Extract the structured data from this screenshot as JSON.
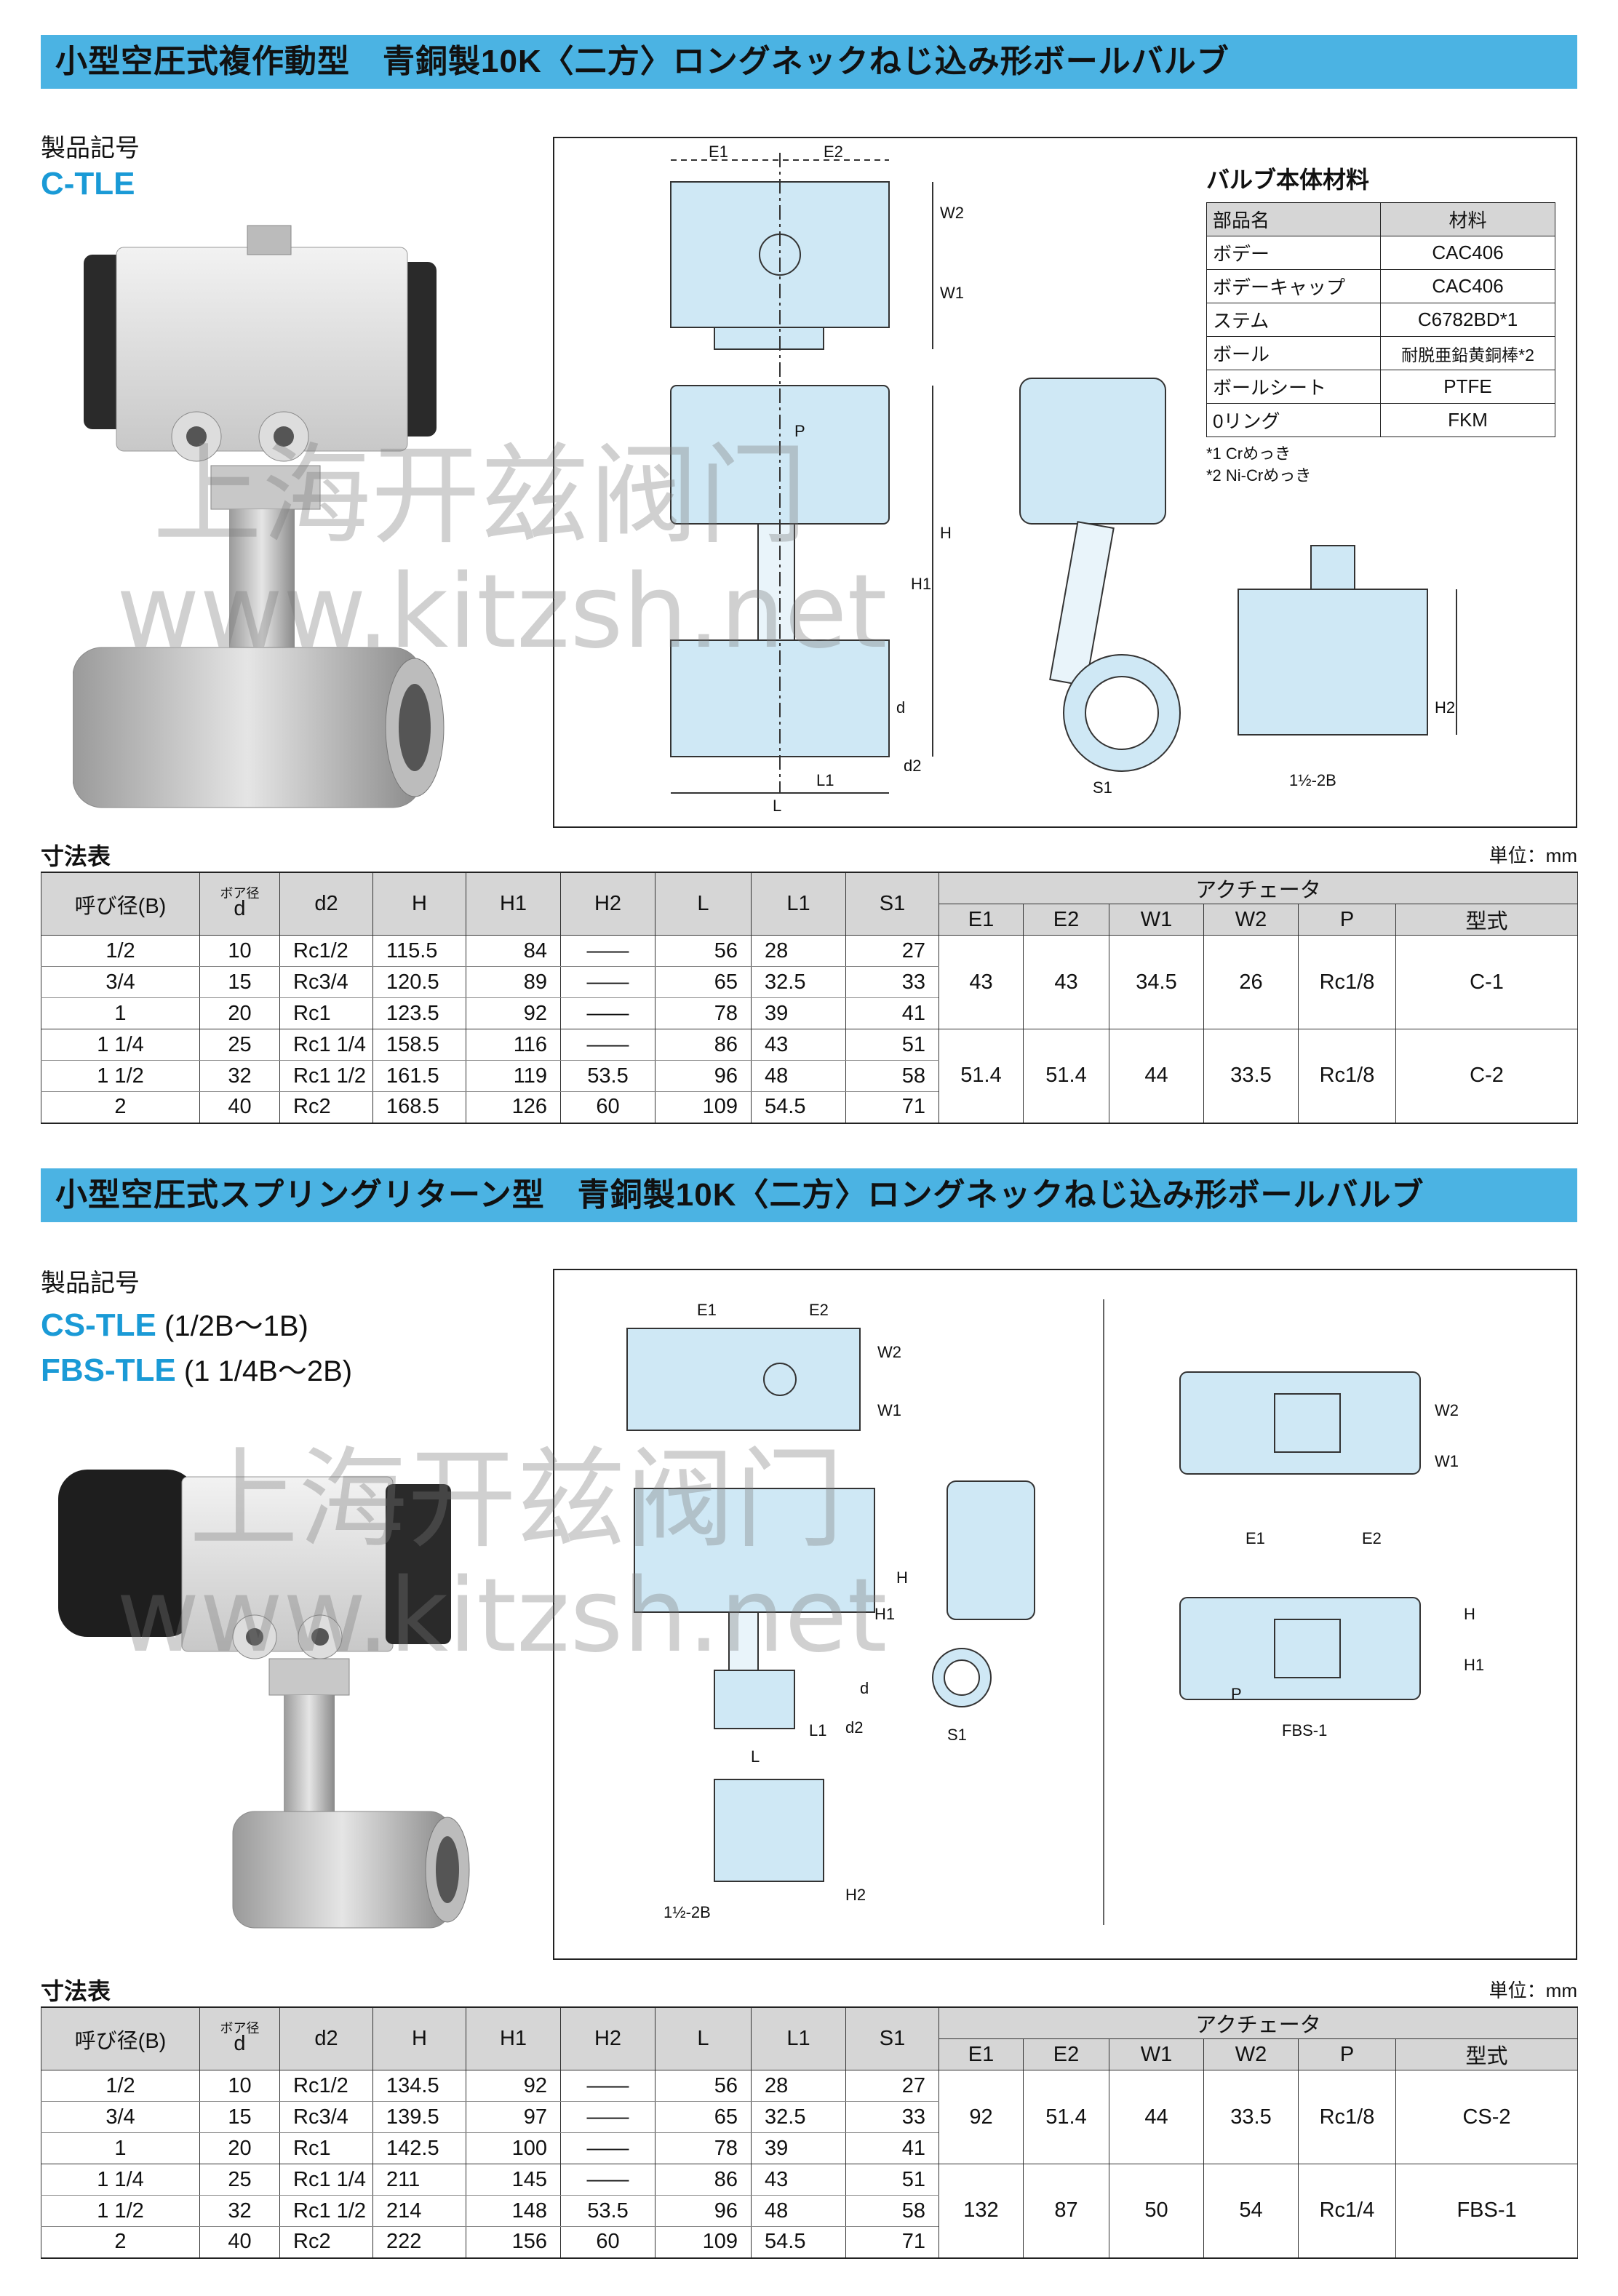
{
  "sections": [
    {
      "title": "小型空圧式複作動型　青銅製10K〈二方〉ロングネックねじ込み形ボールバルブ",
      "product_label": "製品記号",
      "product_codes": [
        {
          "code": "C-TLE",
          "note": ""
        }
      ],
      "dims_label": "寸法表",
      "unit": "単位：mm",
      "bore_label": "ボア径",
      "headers": {
        "nominal": "呼び径(B)",
        "d": "d",
        "d2": "d2",
        "H": "H",
        "H1": "H1",
        "H2": "H2",
        "L": "L",
        "L1": "L1",
        "S1": "S1",
        "actuator": "アクチェータ",
        "E1": "E1",
        "E2": "E2",
        "W1": "W1",
        "W2": "W2",
        "P": "P",
        "model": "型式"
      },
      "rows": [
        {
          "nominal": "1/2",
          "d": "10",
          "d2": "Rc1/2",
          "H": "115.5",
          "H1": "84",
          "H2": "——",
          "L": "56",
          "L1": "28",
          "S1": "27"
        },
        {
          "nominal": "3/4",
          "d": "15",
          "d2": "Rc3/4",
          "H": "120.5",
          "H1": "89",
          "H2": "——",
          "L": "65",
          "L1": "32.5",
          "S1": "33"
        },
        {
          "nominal": "1",
          "d": "20",
          "d2": "Rc1",
          "H": "123.5",
          "H1": "92",
          "H2": "——",
          "L": "78",
          "L1": "39",
          "S1": "41"
        },
        {
          "nominal": "1 1/4",
          "d": "25",
          "d2": "Rc1 1/4",
          "H": "158.5",
          "H1": "116",
          "H2": "——",
          "L": "86",
          "L1": "43",
          "S1": "51"
        },
        {
          "nominal": "1 1/2",
          "d": "32",
          "d2": "Rc1 1/2",
          "H": "161.5",
          "H1": "119",
          "H2": "53.5",
          "L": "96",
          "L1": "48",
          "S1": "58"
        },
        {
          "nominal": "2",
          "d": "40",
          "d2": "Rc2",
          "H": "168.5",
          "H1": "126",
          "H2": "60",
          "L": "109",
          "L1": "54.5",
          "S1": "71"
        }
      ],
      "actuator_groups": [
        {
          "E1": "43",
          "E2": "43",
          "W1": "34.5",
          "W2": "26",
          "P": "Rc1/8",
          "model": "C-1"
        },
        {
          "E1": "51.4",
          "E2": "51.4",
          "W1": "44",
          "W2": "33.5",
          "P": "Rc1/8",
          "model": "C-2"
        }
      ]
    },
    {
      "title": "小型空圧式スプリングリターン型　青銅製10K〈二方〉ロングネックねじ込み形ボールバルブ",
      "product_label": "製品記号",
      "product_codes": [
        {
          "code": "CS-TLE",
          "note": " (1/2B〜1B)"
        },
        {
          "code": "FBS-TLE",
          "note": " (1 1/4B〜2B)"
        }
      ],
      "dims_label": "寸法表",
      "unit": "単位：mm",
      "bore_label": "ボア径",
      "headers": {
        "nominal": "呼び径(B)",
        "d": "d",
        "d2": "d2",
        "H": "H",
        "H1": "H1",
        "H2": "H2",
        "L": "L",
        "L1": "L1",
        "S1": "S1",
        "actuator": "アクチェータ",
        "E1": "E1",
        "E2": "E2",
        "W1": "W1",
        "W2": "W2",
        "P": "P",
        "model": "型式"
      },
      "rows": [
        {
          "nominal": "1/2",
          "d": "10",
          "d2": "Rc1/2",
          "H": "134.5",
          "H1": "92",
          "H2": "——",
          "L": "56",
          "L1": "28",
          "S1": "27"
        },
        {
          "nominal": "3/4",
          "d": "15",
          "d2": "Rc3/4",
          "H": "139.5",
          "H1": "97",
          "H2": "——",
          "L": "65",
          "L1": "32.5",
          "S1": "33"
        },
        {
          "nominal": "1",
          "d": "20",
          "d2": "Rc1",
          "H": "142.5",
          "H1": "100",
          "H2": "——",
          "L": "78",
          "L1": "39",
          "S1": "41"
        },
        {
          "nominal": "1 1/4",
          "d": "25",
          "d2": "Rc1 1/4",
          "H": "211",
          "H1": "145",
          "H2": "——",
          "L": "86",
          "L1": "43",
          "S1": "51"
        },
        {
          "nominal": "1 1/2",
          "d": "32",
          "d2": "Rc1 1/2",
          "H": "214",
          "H1": "148",
          "H2": "53.5",
          "L": "96",
          "L1": "48",
          "S1": "58"
        },
        {
          "nominal": "2",
          "d": "40",
          "d2": "Rc2",
          "H": "222",
          "H1": "156",
          "H2": "60",
          "L": "109",
          "L1": "54.5",
          "S1": "71"
        }
      ],
      "actuator_groups": [
        {
          "E1": "92",
          "E2": "51.4",
          "W1": "44",
          "W2": "33.5",
          "P": "Rc1/8",
          "model": "CS-2"
        },
        {
          "E1": "132",
          "E2": "87",
          "W1": "50",
          "W2": "54",
          "P": "Rc1/4",
          "model": "FBS-1"
        }
      ]
    }
  ],
  "materials": {
    "title": "バルブ本体材料",
    "headers": [
      "部品名",
      "材料"
    ],
    "rows": [
      [
        "ボデー",
        "CAC406"
      ],
      [
        "ボデーキャップ",
        "CAC406"
      ],
      [
        "ステム",
        "C6782BD*1"
      ],
      [
        "ボール",
        "耐脱亜鉛黄銅棒*2"
      ],
      [
        "ボールシート",
        "PTFE"
      ],
      [
        "0リング",
        "FKM"
      ]
    ],
    "notes": [
      "*1 Crめっき",
      "*2 Ni-Crめっき"
    ]
  },
  "diagram_labels": {
    "top": {
      "E1": "E1",
      "E2": "E2",
      "W1": "W1",
      "W2": "W2",
      "P": "P",
      "H": "H",
      "H1": "H1",
      "d": "d",
      "d2": "d2",
      "L": "L",
      "L1": "L1",
      "S1": "S1",
      "H2": "H2",
      "big": "1½-2B"
    },
    "bottom": {
      "E1": "E1",
      "E2": "E2",
      "W1": "W1",
      "W2": "W2",
      "H": "H",
      "H1": "H1",
      "d": "d",
      "d2": "d2",
      "L": "L",
      "L1": "L1",
      "S1": "S1",
      "H2": "H2",
      "big": "1½-2B",
      "fbs": "FBS-1",
      "P": "P"
    }
  },
  "watermark": {
    "cn": "上海开兹阀门",
    "url": "www.kitzsh.net"
  },
  "colors": {
    "title_bar": "#4bb3e3",
    "code": "#1a9ad6",
    "diagram_fill": "#cfe8f5",
    "header_bg": "#d6d6d6"
  }
}
